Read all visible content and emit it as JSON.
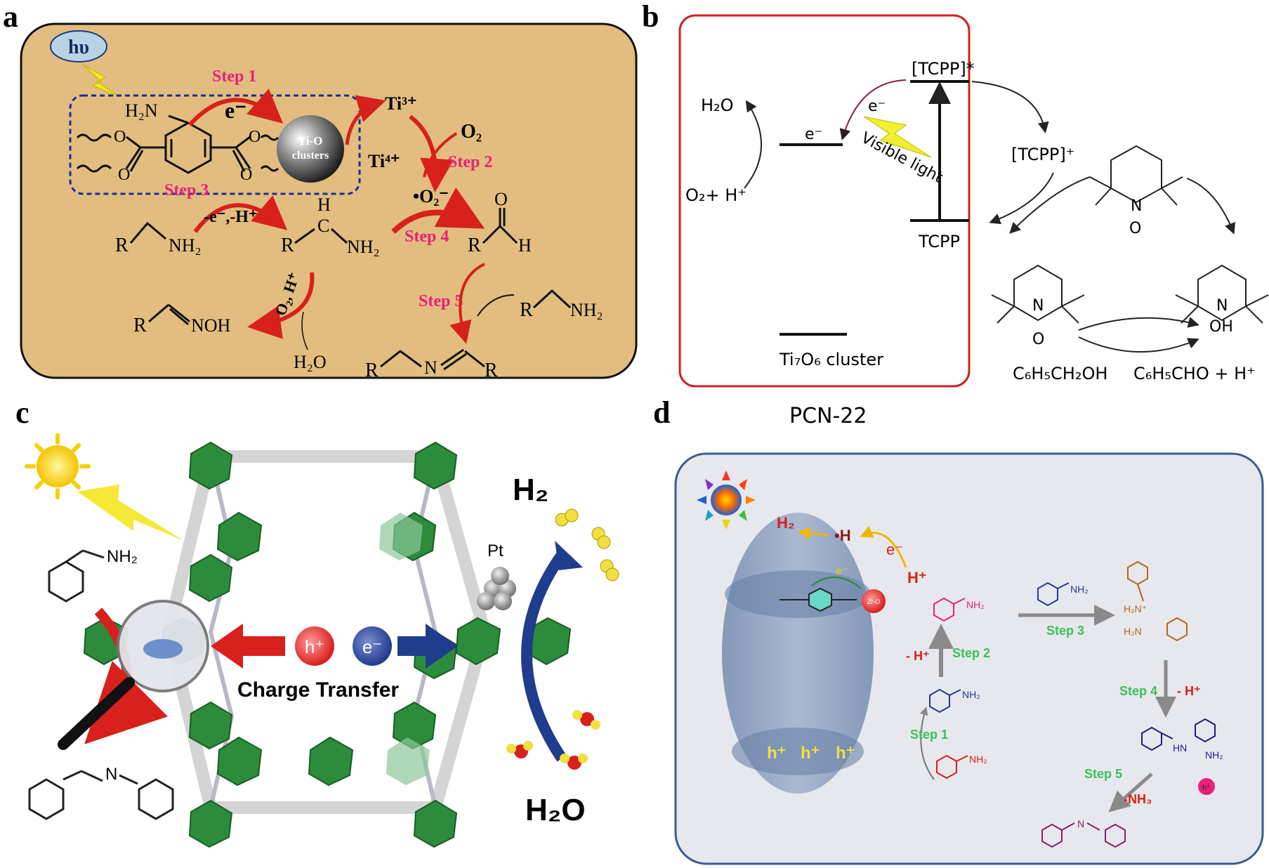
{
  "panels": {
    "a": {
      "letter": "a",
      "hv": "hυ",
      "h2n": "H₂N",
      "e_minus": "e⁻",
      "ti_o_label_1": "Ti-O",
      "ti_o_label_2": "clusters",
      "ti3": "Ti³⁺",
      "ti4": "Ti⁴⁺",
      "o2": "O₂",
      "o2_radical": "•O₂⁻",
      "minus_e_h": "-e⁻,-H⁺",
      "steps": [
        "Step 1",
        "Step 2",
        "Step 3",
        "Step 4",
        "Step 5"
      ],
      "r_nh2": "R",
      "nh2": "NH₂",
      "h_label": "H",
      "radical_nh2": "NH₂",
      "aldehyde_o": "O",
      "aldehyde_h": "H",
      "oxime": "NOH",
      "o2_h": "O₂, H⁺",
      "h2o": "H₂O",
      "imine_n": "N",
      "r": "R"
    },
    "b": {
      "letter": "b",
      "h2o": "H₂O",
      "o2_h": "O₂+ H⁺",
      "e_minus_1": "e⁻",
      "e_minus_2": "e⁻",
      "tcpp_star": "[TCPP]*",
      "tcpp_plus": "[TCPP]⁺",
      "tcpp": "TCPP",
      "visible_light": "Visible light",
      "ti_cluster": "Ti₇O₆ cluster",
      "pcn": "PCN-22",
      "benzyl_alcohol": "C₆H₅CH₂OH",
      "benzaldehyde": "C₆H₅CHO + H⁺",
      "n_o_radical": "N",
      "o_dot": "O",
      "n_plus": "N",
      "o_label": "O",
      "n_oh": "N",
      "oh_label": "OH"
    },
    "c": {
      "letter": "c",
      "nh2": "NH₂",
      "h_plus": "h⁺",
      "e_minus": "e⁻",
      "charge_transfer": "Charge Transfer",
      "pt": "Pt",
      "h2": "H₂",
      "h2o": "H₂O",
      "n_label": "N"
    },
    "d": {
      "letter": "d",
      "h2": "H₂",
      "h_dot": "•H",
      "e_minus_1": "e⁻",
      "e_minus_2": "e⁻",
      "h_plus": "H⁺",
      "zr_o": "Zr-O",
      "holes": [
        "h⁺",
        "h⁺",
        "h⁺"
      ],
      "minus_h_1": "- H⁺",
      "minus_h_2": "- H⁺",
      "steps": [
        "Step 1",
        "Step 2",
        "Step 3",
        "Step 4",
        "Step 5"
      ],
      "nh2_radical": "NH₂",
      "nh2_cation": "NH₂",
      "nh2_amine": "NH₂",
      "nh2_step3": "NH₂",
      "h2n_plus": "H₂N⁺",
      "h2n": "H₂N",
      "hn": "HN",
      "nh2_d4": "NH₂",
      "minus_nh3": "-NH₃",
      "h_hole": "h⁺",
      "n_imine": "N"
    }
  },
  "colors": {
    "panel_a_bg": "#e2bd7f",
    "panel_d_bg": "#e6e8ed",
    "red_arrow": "#d8201c",
    "magenta": "#e8207a",
    "green_text": "#3cc05a",
    "blue_ellipse": "#8ea3c2",
    "mof_green": "#2c8c3c",
    "blue_arrow": "#203c8c"
  }
}
